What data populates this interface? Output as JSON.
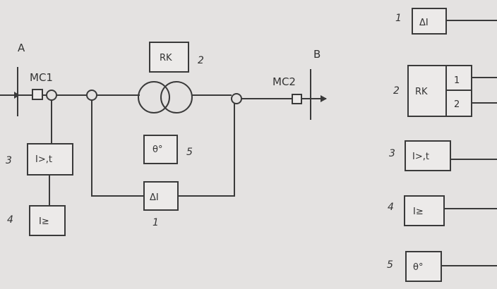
{
  "bus_a": {
    "label": "A"
  },
  "bus_b": {
    "label": "B"
  },
  "breaker_1": {
    "label": "MC1"
  },
  "breaker_2": {
    "label": "MC2"
  },
  "devices": {
    "rk": "RK",
    "differential": "ΔI",
    "overcurrent_time": "I>,t",
    "overcurrent": "I≥",
    "thermal": "θ°"
  },
  "numbers": {
    "n1": "1",
    "n2": "2",
    "n3": "3",
    "n4": "4",
    "n5": "5"
  },
  "legend": [
    {
      "num": "1",
      "device": "ΔI"
    },
    {
      "num": "2",
      "device": "RK",
      "outputs": [
        "1",
        "2"
      ]
    },
    {
      "num": "3",
      "device": "I>,t"
    },
    {
      "num": "4",
      "device": "I≥"
    },
    {
      "num": "5",
      "device": "θ°"
    }
  ],
  "colors": {
    "ink": "#3a3a3a",
    "paper": "#e4e2e1"
  }
}
